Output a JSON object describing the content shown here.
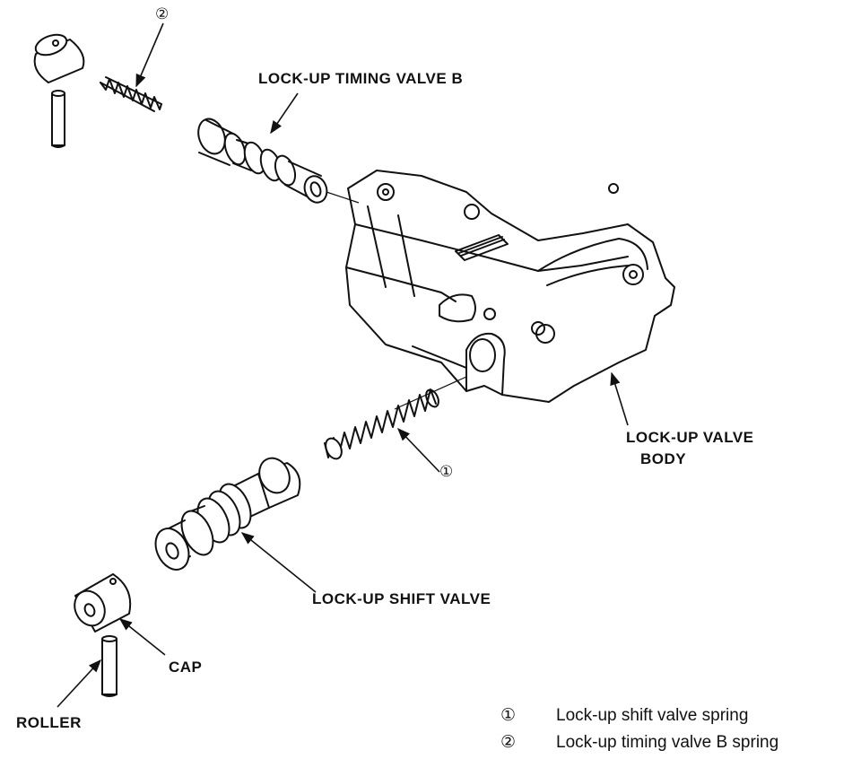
{
  "labels": {
    "timing_valve": "LOCK-UP TIMING VALVE B",
    "valve_body_line1": "LOCK-UP VALVE",
    "valve_body_line2": "BODY",
    "shift_valve": "LOCK-UP SHIFT VALVE",
    "cap": "CAP",
    "roller": "ROLLER"
  },
  "callouts": {
    "one": "①",
    "two": "②"
  },
  "legend": [
    {
      "num": "①",
      "text": "Lock-up shift valve spring"
    },
    {
      "num": "②",
      "text": "Lock-up timing valve B spring"
    }
  ]
}
